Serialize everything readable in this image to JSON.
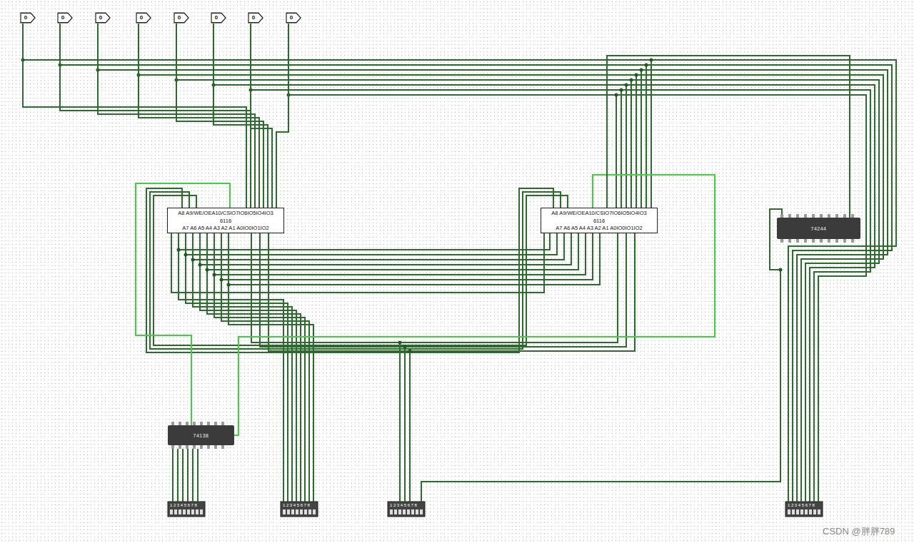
{
  "diagram": {
    "nodes": [
      {
        "text": [
          "A8 A9/WE/OEA10/CSIO7IO6IO5IO4IO3",
          "6116",
          "A7 A6 A5 A4 A3 A2 A1 A0IO0IO1IO2"
        ]
      },
      {
        "text": [
          "A8 A9/WE/OEA10/CSIO7IO6IO5IO4IO3",
          "6116",
          "A7 A6 A5 A4 A3 A2 A1 A0IO0IO1IO2"
        ]
      },
      {
        "text": [
          "74244"
        ]
      },
      {
        "text": [
          "74138"
        ]
      },
      {
        "text": [
          "0"
        ]
      },
      {
        "text": [
          "0"
        ]
      },
      {
        "text": [
          "0"
        ]
      },
      {
        "text": [
          "0"
        ]
      },
      {
        "text": [
          "0"
        ]
      },
      {
        "text": [
          "0"
        ]
      },
      {
        "text": [
          "0"
        ]
      },
      {
        "text": [
          "0"
        ]
      }
    ],
    "edges": [
      {
        "from": 4,
        "to": 0,
        "arrow": "none"
      },
      {
        "from": 5,
        "to": 0,
        "arrow": "none"
      },
      {
        "from": 6,
        "to": 0,
        "arrow": "none"
      },
      {
        "from": 7,
        "to": 0,
        "arrow": "none"
      },
      {
        "from": 8,
        "to": 0,
        "arrow": "none"
      },
      {
        "from": 9,
        "to": 0,
        "arrow": "none"
      },
      {
        "from": 10,
        "to": 0,
        "arrow": "none"
      },
      {
        "from": 11,
        "to": 0,
        "arrow": "none"
      },
      {
        "from": 0,
        "to": 1,
        "arrow": "none"
      },
      {
        "from": 3,
        "to": 0,
        "arrow": "none"
      },
      {
        "from": 3,
        "to": 1,
        "arrow": "none"
      },
      {
        "from": 2,
        "to": 1,
        "arrow": "none"
      }
    ],
    "labels": [
      "12345678",
      "12345678",
      "12345678",
      "12345678",
      "CSDN @胖胖789"
    ]
  }
}
